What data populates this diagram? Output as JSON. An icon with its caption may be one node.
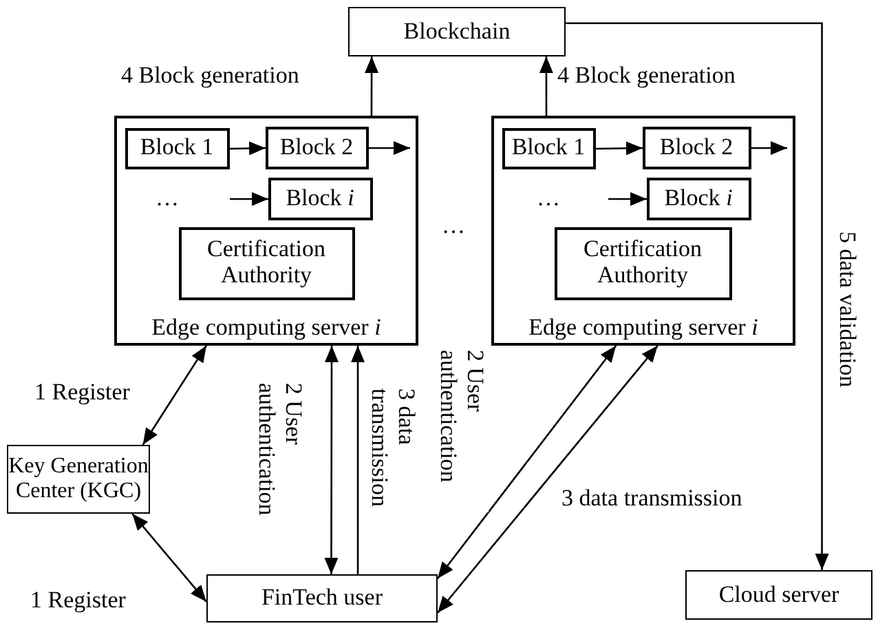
{
  "diagram": {
    "nodes": [
      {
        "text": [
          "Blockchain"
        ]
      },
      {
        "text": [
          "Edge computing server *i*"
        ]
      },
      {
        "text": [
          "Block 1"
        ],
        "in": 1
      },
      {
        "text": [
          "Block 2"
        ],
        "in": 1
      },
      {
        "text": [
          "Block *i*"
        ],
        "in": 1
      },
      {
        "text": [
          "Certification Authority"
        ],
        "in": 1
      },
      {
        "text": [
          "Edge computing server *i*"
        ]
      },
      {
        "text": [
          "Block 1"
        ],
        "in": 6
      },
      {
        "text": [
          "Block 2"
        ],
        "in": 6
      },
      {
        "text": [
          "Block *i*"
        ],
        "in": 6
      },
      {
        "text": [
          "Certification Authority"
        ],
        "in": 6
      },
      {
        "text": [
          "Key Generation Center (KGC)"
        ]
      },
      {
        "text": [
          "FinTech user"
        ]
      },
      {
        "text": [
          "Cloud server"
        ]
      }
    ],
    "edges": [
      {
        "from": 1,
        "to": 0,
        "arrow": "to",
        "label": "4 Block generation"
      },
      {
        "from": 6,
        "to": 0,
        "arrow": "to",
        "label": "4 Block generation"
      },
      {
        "from": 2,
        "to": 3,
        "arrow": "to"
      },
      {
        "from": 3,
        "to": null,
        "arrow": "to"
      },
      {
        "from": null,
        "to": 4,
        "arrow": "to"
      },
      {
        "from": 7,
        "to": 8,
        "arrow": "to"
      },
      {
        "from": 8,
        "to": null,
        "arrow": "to"
      },
      {
        "from": null,
        "to": 9,
        "arrow": "to"
      },
      {
        "from": 0,
        "to": 13,
        "arrow": "to",
        "label": "5 data validation"
      },
      {
        "from": 11,
        "to": 1,
        "arrow": "both",
        "label": "1 Register"
      },
      {
        "from": 11,
        "to": 12,
        "arrow": "both",
        "label": "1 Register"
      },
      {
        "from": 12,
        "to": 1,
        "arrow": "both",
        "label": "2 User authentication"
      },
      {
        "from": 12,
        "to": 1,
        "arrow": "to",
        "label": "3 data transmission"
      },
      {
        "from": 12,
        "to": 6,
        "arrow": "both",
        "label": "2 User authentication"
      },
      {
        "from": 12,
        "to": 6,
        "arrow": "both",
        "label": "3 data transmission"
      }
    ],
    "labels": [
      "…",
      "…",
      "…"
    ]
  }
}
